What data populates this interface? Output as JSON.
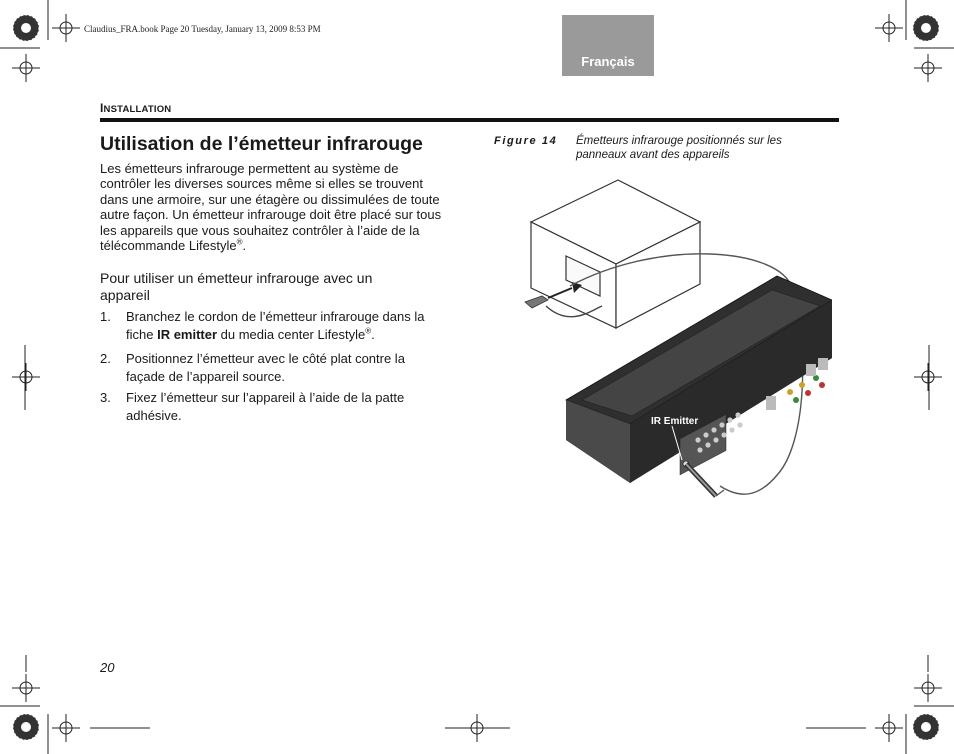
{
  "print_header": "Claudius_FRA.book  Page 20  Tuesday, January 13, 2009  8:53 PM",
  "language_tab": "Français",
  "section": {
    "first_letter": "I",
    "rest": "NSTALLATION"
  },
  "title": "Utilisation de l’émetteur infrarouge",
  "intro": {
    "text": "Les émetteurs infrarouge permettent au système de contrôler les diverses sources même si elles se trouvent dans une armoire, sur une étagère ou dissimulées de toute autre façon. Un émetteur infrarouge doit être placé sur tous les appareils que vous souhaitez contrôler à l’aide de la télécommande Lifestyle",
    "reg": "®",
    "end": "."
  },
  "subhead": "Pour utiliser un émetteur infrarouge avec un appareil",
  "steps": [
    {
      "num": "1.",
      "pre": "Branchez le cordon de l’émetteur infrarouge dans la fiche ",
      "bold": "IR emitter",
      "post": " du media center Lifestyle",
      "reg": "®",
      "end": "."
    },
    {
      "num": "2.",
      "text": "Positionnez l’émetteur avec le côté plat contre la façade de l’appareil source."
    },
    {
      "num": "3.",
      "text": "Fixez l’émetteur sur l’appareil à l’aide de la patte adhésive."
    }
  ],
  "figure": {
    "label": "Figure 14",
    "caption": "Émetteurs infrarouge positionnés sur les panneaux avant des appareils",
    "callout": "IR Emitter"
  },
  "page_number": "20",
  "colors": {
    "tab_gray": "#9a9a9a",
    "rule": "#111111",
    "device_dark": "#3c3c3c"
  }
}
